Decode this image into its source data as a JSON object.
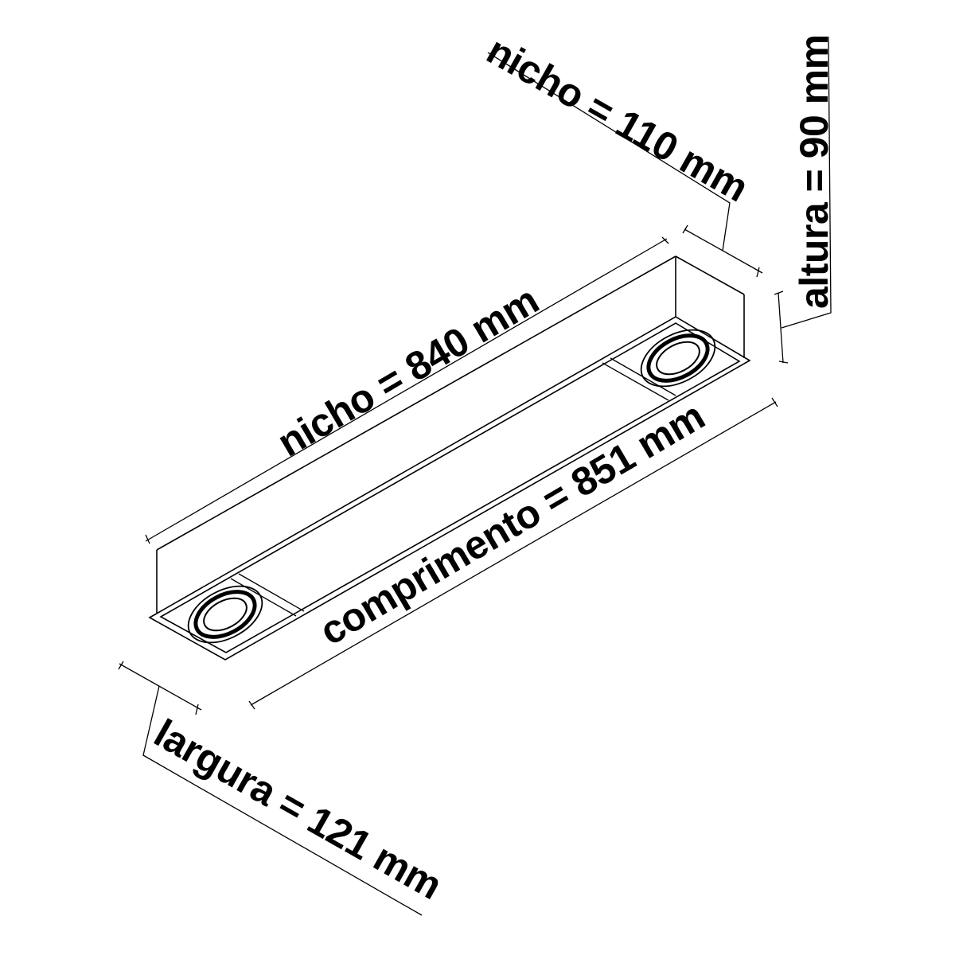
{
  "labels": {
    "nicho_length": "nicho = 840 mm",
    "nicho_width": "nicho = 110 mm",
    "comprimento": "comprimento = 851 mm",
    "largura": "largura = 121 mm",
    "altura": "altura = 90 mm"
  },
  "colors": {
    "stroke": "#000000",
    "background": "#ffffff"
  }
}
